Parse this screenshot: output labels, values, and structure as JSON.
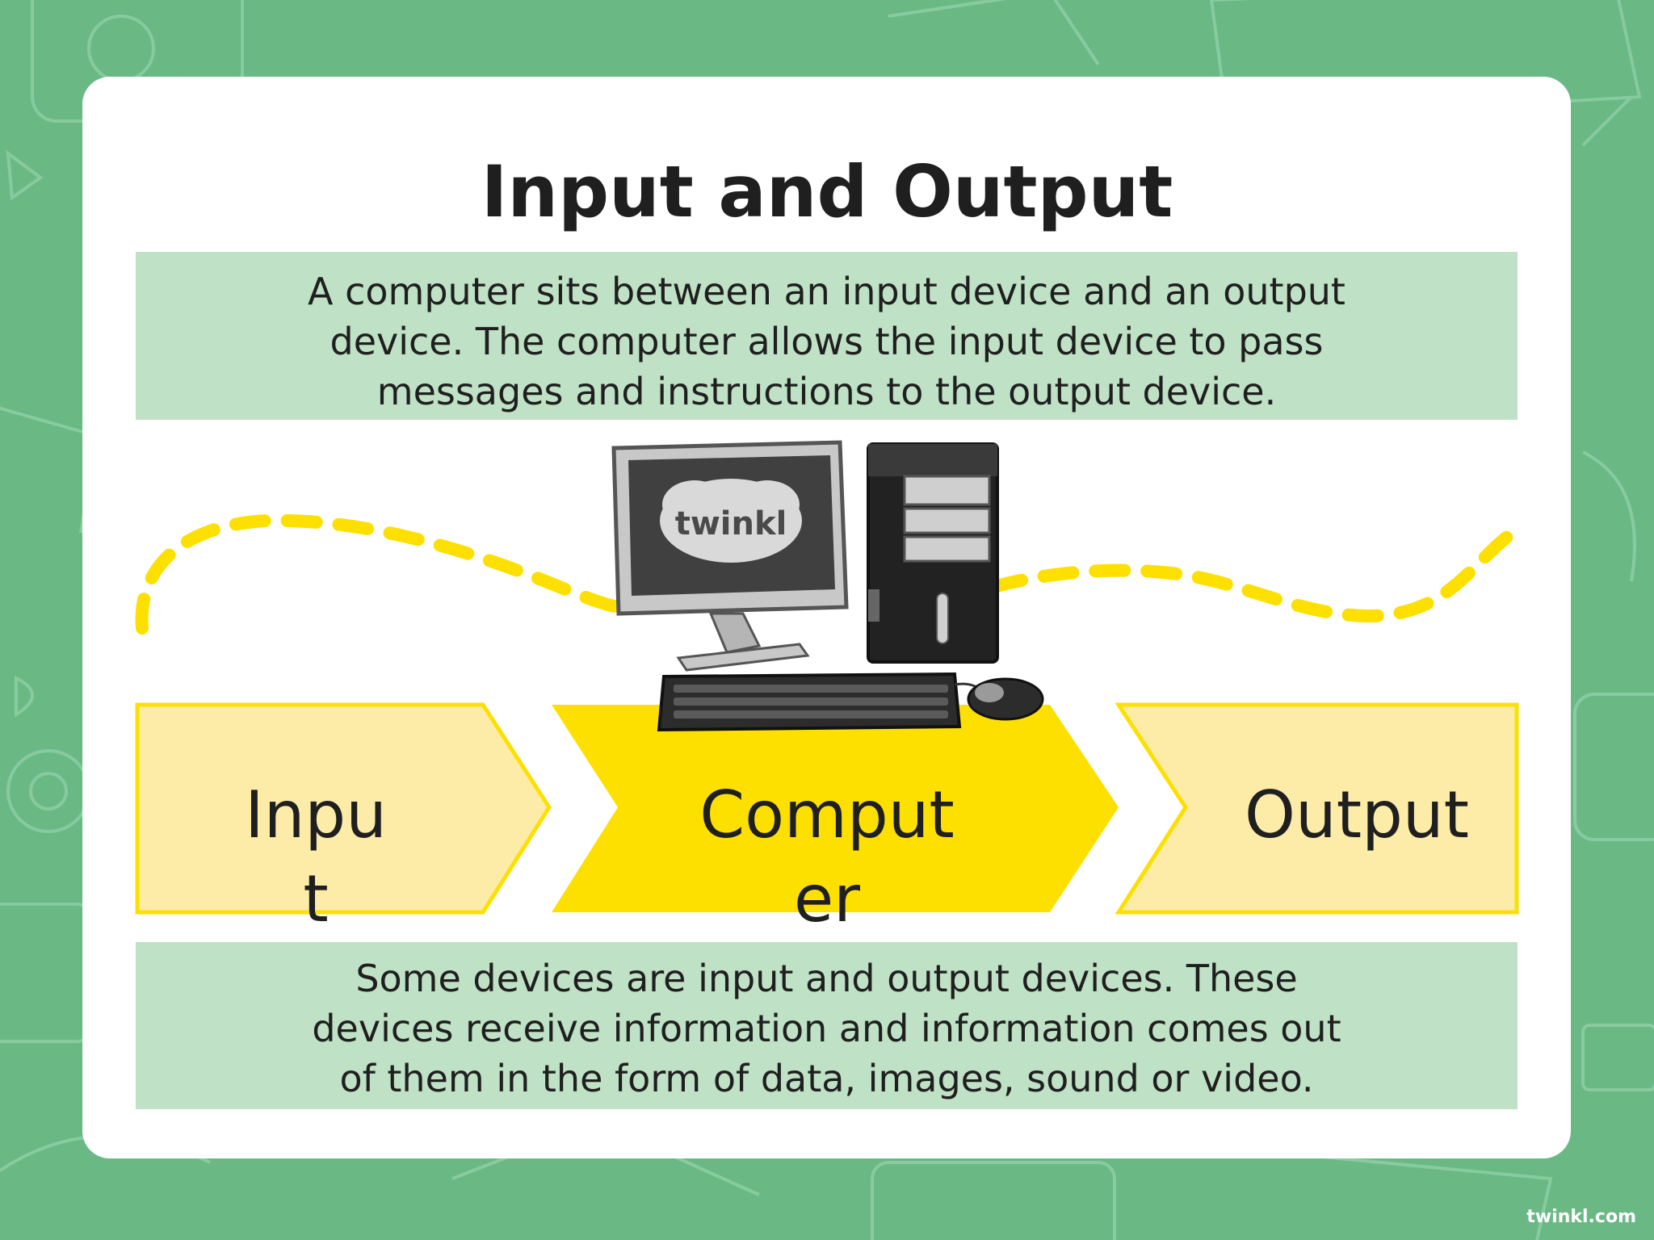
{
  "slide": {
    "title": "Input and Output",
    "intro_text": "A computer sits between an input device and an output device. The computer allows the input device to pass messages and instructions to the output device.",
    "steps": [
      {
        "label": "Input"
      },
      {
        "label": "Computer"
      },
      {
        "label": "Output"
      }
    ],
    "note_text": "Some devices are input and output devices. These devices receive information and information comes out of them in the form of data, images, sound or video.",
    "illustration": {
      "monitor_logo": "twinkl",
      "icon": "desktop-computer-icon"
    },
    "brand": "twinkl.com"
  },
  "colors": {
    "background": "#6ab985",
    "card": "#ffffff",
    "text_panel": "#bfe1c5",
    "arrow_light": "#fdeba8",
    "arrow_accent": "#fde000",
    "dashed_line": "#fde000"
  }
}
